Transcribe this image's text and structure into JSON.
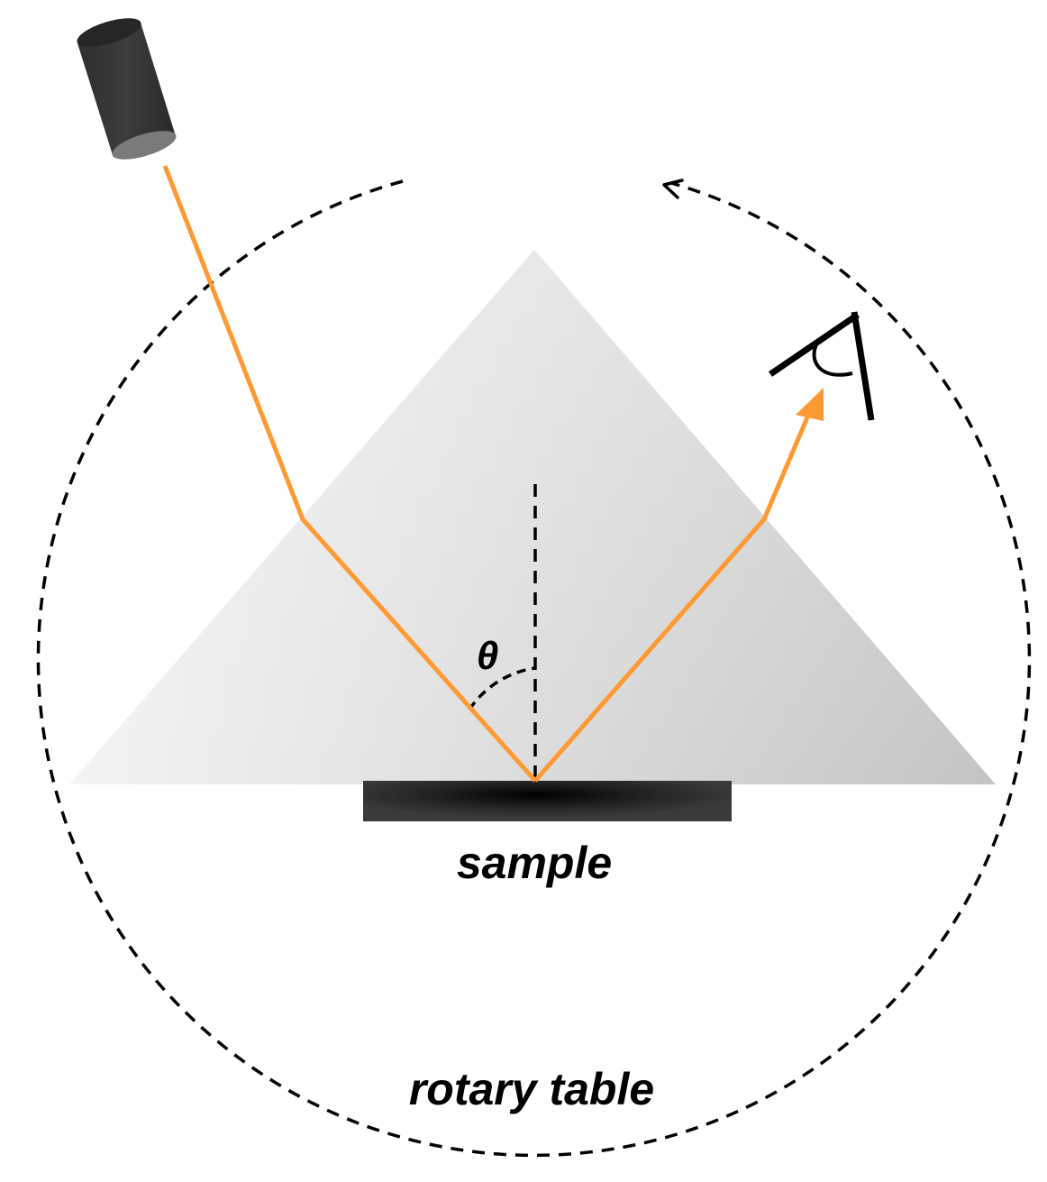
{
  "labels": {
    "theta": "θ",
    "sample": "sample",
    "rotary_table": "rotary table"
  },
  "colors": {
    "beam": "#ff9933",
    "prism_light": "#f2f2f2",
    "prism_dark": "#c6c6c6",
    "sample": "#2a2a2a",
    "light_source": "#3a3a3a",
    "detector": "#000000",
    "dashes": "#000000"
  },
  "icons": {
    "light_source": "light-source-icon",
    "detector": "eye-detector-icon",
    "rotation_arrow": "rotation-arrow-icon"
  }
}
